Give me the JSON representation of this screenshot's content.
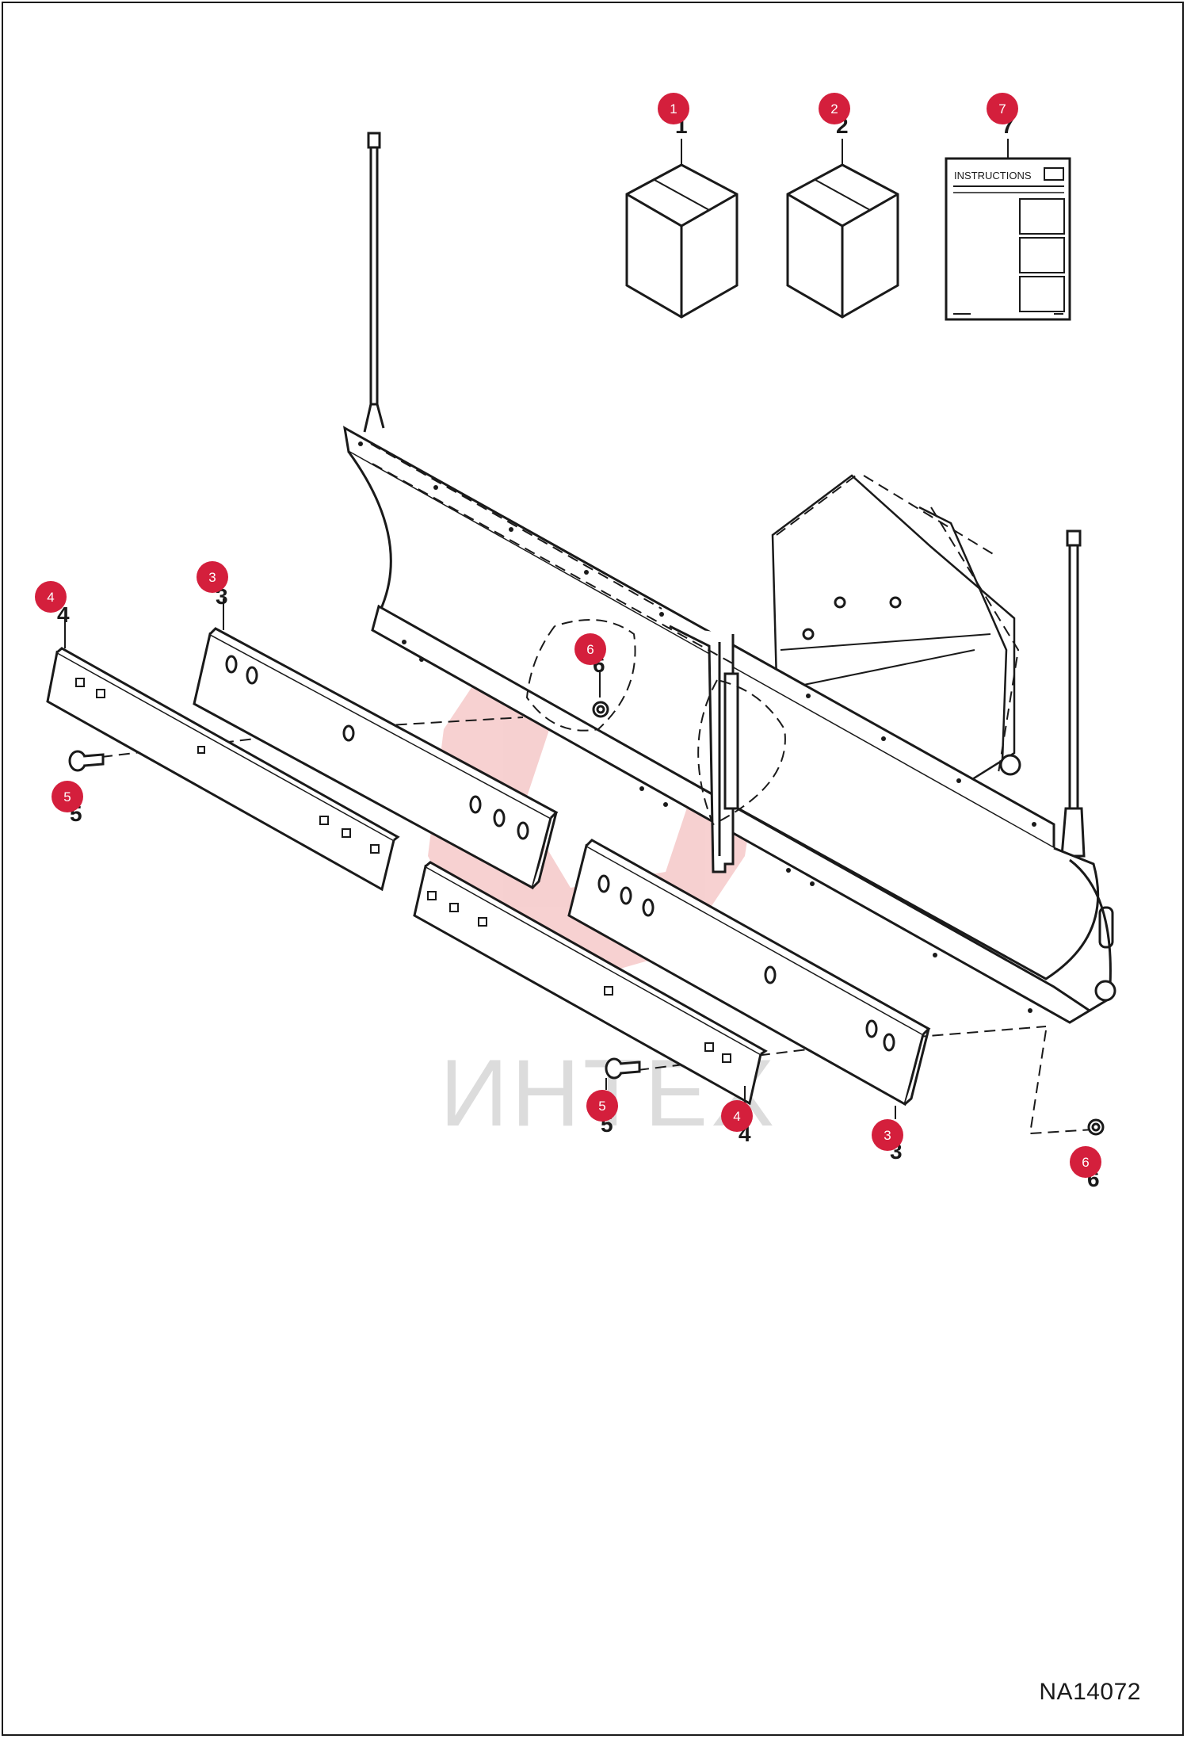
{
  "drawing": {
    "id": "NA14072",
    "watermark_text": "ИНТЕХ",
    "instructions_label": "INSTRUCTIONS"
  },
  "colors": {
    "callout": "#d41f3c",
    "line": "#1a1a1a",
    "watermark_red": "#f3c7c7",
    "watermark_gray": "#d9d9d9"
  },
  "callouts": {
    "c1": "1",
    "c2": "2",
    "c7": "7",
    "c3a": "3",
    "c3b": "3",
    "c4a": "4",
    "c4b": "4",
    "c5a": "5",
    "c5b": "5",
    "c6a": "6",
    "c6b": "6"
  }
}
